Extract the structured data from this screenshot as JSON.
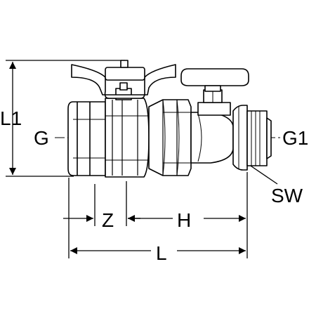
{
  "labels": {
    "l1": "L1",
    "g": "G",
    "g1": "G1",
    "sw": "SW",
    "z": "Z",
    "h": "H",
    "l": "L"
  },
  "colors": {
    "line": "#000000",
    "background": "#ffffff"
  }
}
